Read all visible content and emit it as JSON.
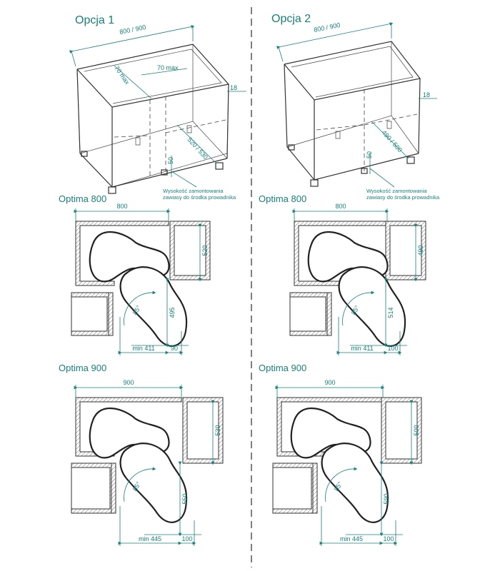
{
  "sections": {
    "option1": "Opcja 1",
    "option2": "Opcja 2"
  },
  "cabinet_dims": {
    "width": "800 / 900",
    "o1_depth_left": "70 max",
    "o1_depth_right": "70 max",
    "o1_panel": "18",
    "o1_guide": "520 / 530",
    "o1_height": "50",
    "o2_panel": "18",
    "o2_guide": "490 / 500",
    "o2_height": "50"
  },
  "note": {
    "line1": "Wysokość zamontowania",
    "line2": "zawiasy do środka prowadnika"
  },
  "plans": {
    "o1_800": {
      "title": "Optima 800",
      "width": "800",
      "right": "520",
      "lower": "495",
      "min": "min 411",
      "gap": "90",
      "angle": "85°"
    },
    "o2_800": {
      "title": "Optima 800",
      "width": "800",
      "right": "490",
      "lower": "514",
      "min": "min 411",
      "gap": "100",
      "angle": "85°"
    },
    "o1_900": {
      "title": "Optima 900",
      "width": "900",
      "right": "530",
      "lower": "550",
      "min": "min 445",
      "gap": "100",
      "angle": "85°"
    },
    "o2_900": {
      "title": "Optima 900",
      "width": "900",
      "right": "500",
      "lower": "590",
      "min": "min 445",
      "gap": "100",
      "angle": "85°"
    }
  }
}
